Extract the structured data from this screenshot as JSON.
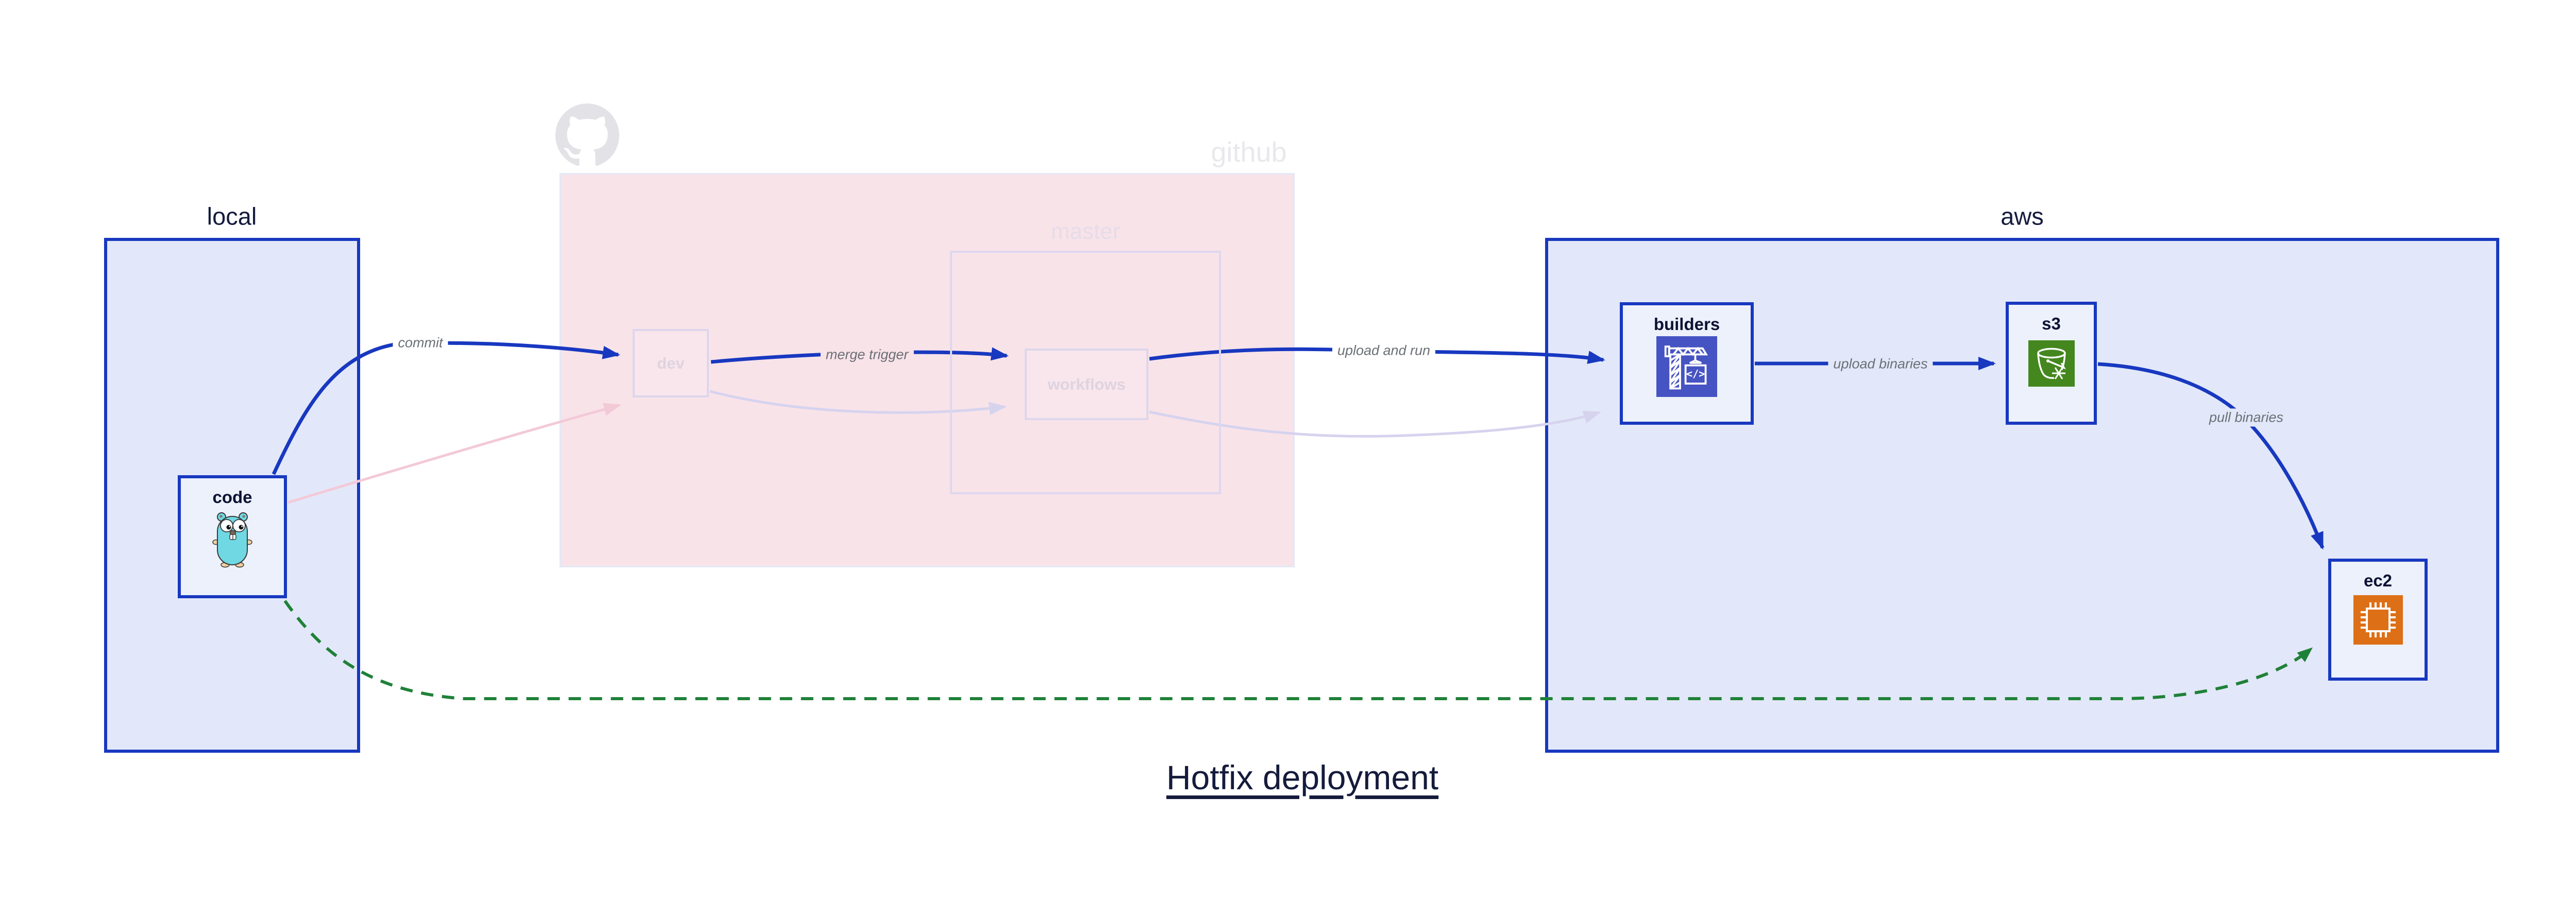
{
  "title": {
    "text": "Hotfix deployment"
  },
  "groups": {
    "local": {
      "label": "local"
    },
    "github": {
      "label": "github",
      "branch": {
        "label": "master"
      }
    },
    "aws": {
      "label": "aws"
    }
  },
  "nodes": {
    "code": {
      "label": "code",
      "icon": "go-gopher-icon"
    },
    "dev": {
      "label": "dev"
    },
    "workflows": {
      "label": "workflows"
    },
    "builders": {
      "label": "builders",
      "icon": "codebuild-crane-icon",
      "icon_bg": "#4653c2"
    },
    "s3": {
      "label": "s3",
      "icon": "s3-bucket-snowflake-icon",
      "icon_bg": "#44871f"
    },
    "ec2": {
      "label": "ec2",
      "icon": "ec2-chip-icon",
      "icon_bg": "#dd7017"
    }
  },
  "edges": {
    "commit": {
      "label": "commit",
      "from": "code",
      "to": "dev",
      "style": "solid-blue"
    },
    "merge_trigger": {
      "label": "merge trigger",
      "from": "dev",
      "to": "workflows",
      "style": "solid-blue"
    },
    "upload_and_run": {
      "label": "upload and run",
      "from": "workflows",
      "to": "builders",
      "style": "solid-blue"
    },
    "upload_binaries": {
      "label": "upload binaries",
      "from": "builders",
      "to": "s3",
      "style": "solid-blue"
    },
    "pull_binaries": {
      "label": "pull binaries",
      "from": "s3",
      "to": "ec2",
      "style": "solid-blue"
    },
    "code_to_dev_faded": {
      "label": "",
      "from": "code",
      "to": "dev",
      "style": "faded-pink"
    },
    "dev_to_workflows_faded": {
      "label": "",
      "from": "dev",
      "to": "workflows",
      "style": "faded-lavender"
    },
    "workflows_to_builders_faded": {
      "label": "",
      "from": "workflows",
      "to": "builders",
      "style": "faded-lavender"
    },
    "hotfix_pull": {
      "label": "",
      "from": "code",
      "to": "ec2",
      "style": "dashed-green"
    }
  },
  "theme": {
    "edge_blue": "#1838c0",
    "group_fill_blue": "#e2e8f9",
    "node_fill": "#edf1fb",
    "github_fill": "#f8e3e9",
    "faded_border": "#ded8ee",
    "faded_text": "#ded3df",
    "github_logo_gray": "#e3e2e6",
    "edge_label_gray": "#6b7076",
    "hotfix_green": "#1f8138",
    "faded_edge_pink": "#f3c9d8",
    "faded_edge_lavender": "#d6d3ee",
    "gopher_teal": "#6fd8e3",
    "title_navy": "#151b3c"
  }
}
